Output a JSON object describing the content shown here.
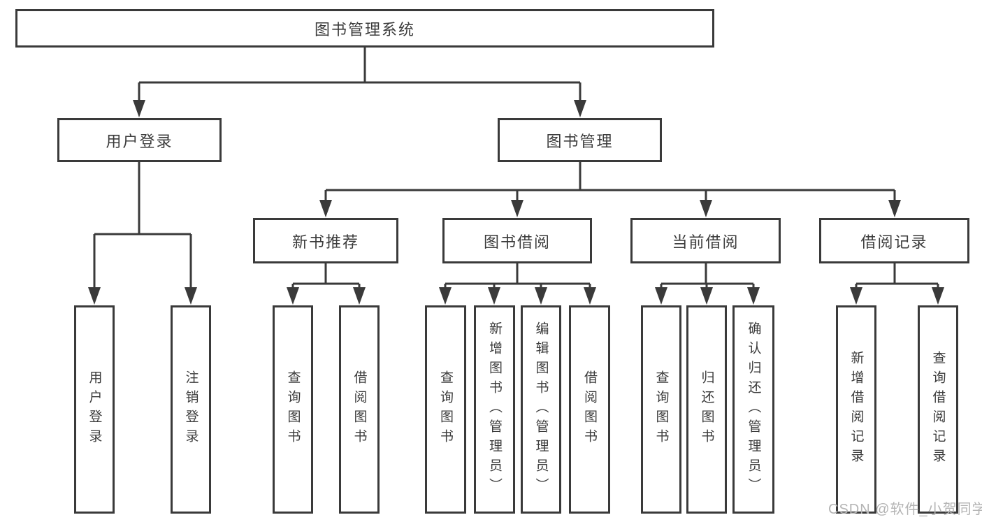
{
  "colors": {
    "line": "#3a3a3a",
    "box_border": "#3a3a3a",
    "text": "#3b3b3b",
    "watermark": "#b4b4b4",
    "background": "#ffffff"
  },
  "diagram": {
    "root": {
      "label": "图书管理系统"
    },
    "branches": [
      {
        "label": "用户登录",
        "leaves": [
          "用户登录",
          "注销登录"
        ]
      },
      {
        "label": "图书管理"
      }
    ],
    "sections": [
      {
        "label": "新书推荐",
        "leaves": [
          "查询图书",
          "借阅图书"
        ]
      },
      {
        "label": "图书借阅",
        "leaves": [
          "查询图书",
          "新增图书（管理员）",
          "编辑图书（管理员）",
          "借阅图书"
        ]
      },
      {
        "label": "当前借阅",
        "leaves": [
          "查询图书",
          "归还图书",
          "确认归还（管理员）"
        ]
      },
      {
        "label": "借阅记录",
        "leaves": [
          "新增借阅记录",
          "查询借阅记录"
        ]
      }
    ],
    "watermark": "CSDN @软件_小贺同学"
  }
}
